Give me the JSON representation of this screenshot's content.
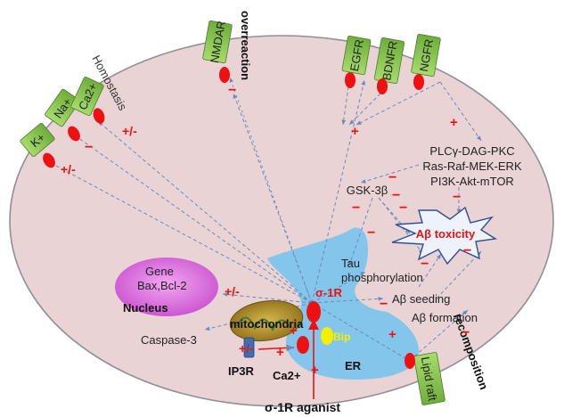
{
  "receptors": {
    "k": "K+",
    "na": "Na+",
    "ca": "Ca2+",
    "nmdar": "NMDAR",
    "egfr": "EGFR",
    "bdnfr": "BDNFR",
    "ngfr": "NGFR",
    "lipid_raft": "Lipid raft"
  },
  "labels": {
    "homostasis": "Homostasis",
    "overreaction": "overreaction",
    "recomposition": "recomposition",
    "pathway_1": "PLCγ-DAG-PKC",
    "pathway_2": "Ras-Raf-MEK-ERK",
    "pathway_3": "PI3K-Akt-mTOR",
    "gsk3b": "GSK-3β",
    "abeta_toxicity": "Aβ toxicity",
    "tau_1": "Tau",
    "tau_2": "phosphorylation",
    "abeta_seeding": "Aβ seeding",
    "abeta_formation": "Aβ formation",
    "gene": "Gene",
    "bax_bcl2": "Bax,Bcl-2",
    "nucleus": "Nucleus",
    "caspase": "Caspase-3",
    "mitochondria": "mitochondria",
    "ip3r": "IP3R",
    "ca2_er": "Ca2+",
    "er": "ER",
    "sigma1r": "σ-1R",
    "bip": "Bip",
    "agonist": "σ-1R aganist"
  },
  "signs": {
    "plus": "+",
    "minus": "−",
    "plus_minus": "+/-"
  },
  "colors": {
    "cell_fill": "#ead3d5",
    "cell_stroke": "#8f8f99",
    "receptor_fill": "#8cc850",
    "receptor_stroke": "#4e7a2e",
    "red": "#ee1111",
    "er_fill": "#7dc4ec",
    "nucleus_fill": "#d455d4",
    "arrow": "#6b8ab8"
  }
}
